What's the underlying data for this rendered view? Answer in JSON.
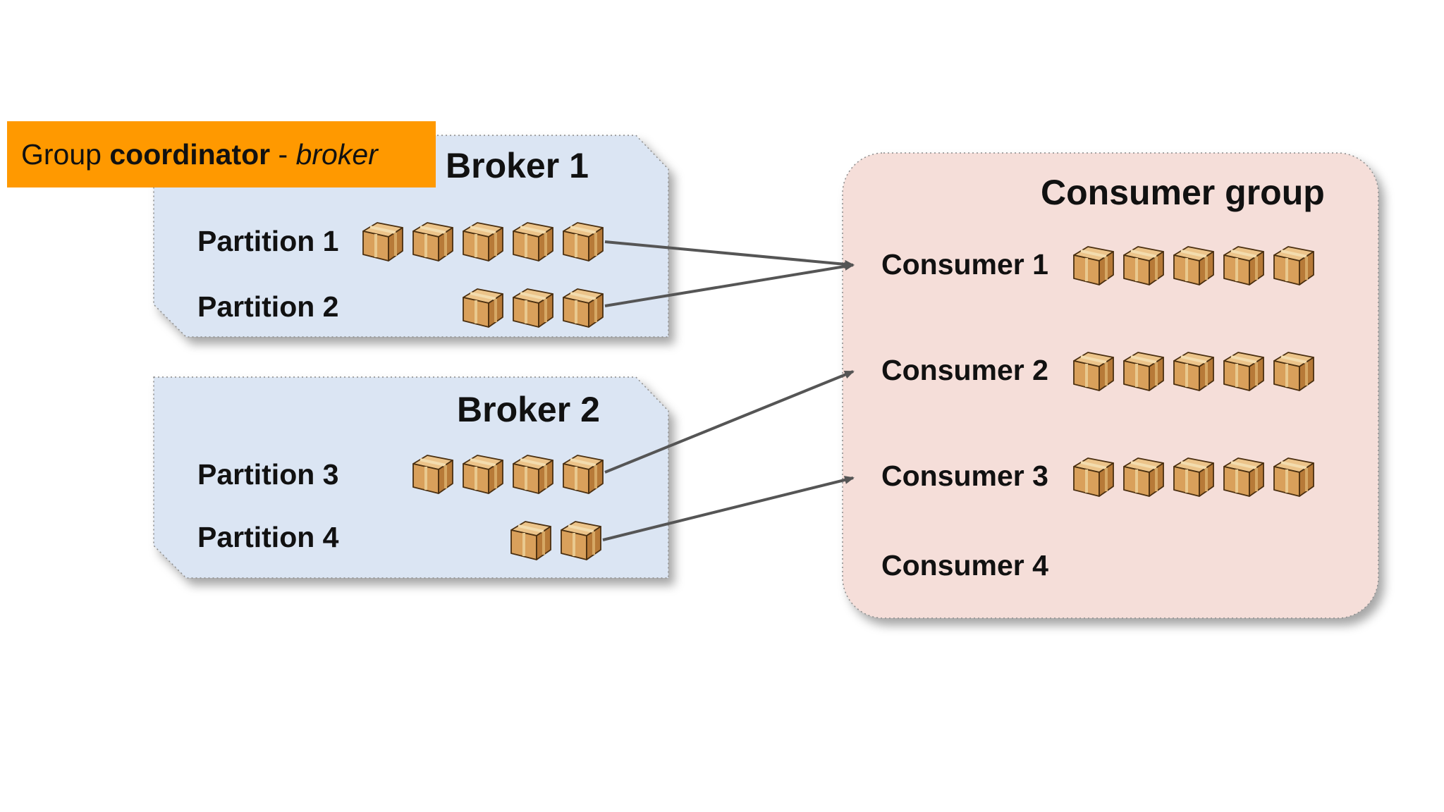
{
  "coordinator": {
    "prefix": "Group ",
    "bold": "coordinator",
    "separator": " - ",
    "italic": "broker",
    "color": "#ff9900"
  },
  "brokers": [
    {
      "title": "Broker 1",
      "partitions": [
        {
          "label": "Partition 1",
          "messages": 5
        },
        {
          "label": "Partition 2",
          "messages": 3
        }
      ]
    },
    {
      "title": "Broker 2",
      "partitions": [
        {
          "label": "Partition 3",
          "messages": 4
        },
        {
          "label": "Partition 4",
          "messages": 2
        }
      ]
    }
  ],
  "consumer_group": {
    "title": "Consumer group",
    "consumers": [
      {
        "label": "Consumer 1",
        "messages": 5
      },
      {
        "label": "Consumer 2",
        "messages": 5
      },
      {
        "label": "Consumer 3",
        "messages": 5
      },
      {
        "label": "Consumer 4",
        "messages": 0
      }
    ]
  },
  "assignments": [
    {
      "from": "Partition 1",
      "to": "Consumer 1"
    },
    {
      "from": "Partition 2",
      "to": "Consumer 1"
    },
    {
      "from": "Partition 3",
      "to": "Consumer 2"
    },
    {
      "from": "Partition 4",
      "to": "Consumer 3"
    }
  ],
  "colors": {
    "broker_fill": "#dbe5f3",
    "group_fill": "#f5ded9",
    "arrow": "#555555",
    "box_fill": "#d9a05b",
    "box_dark": "#b77a38",
    "box_light": "#ecc48a"
  }
}
